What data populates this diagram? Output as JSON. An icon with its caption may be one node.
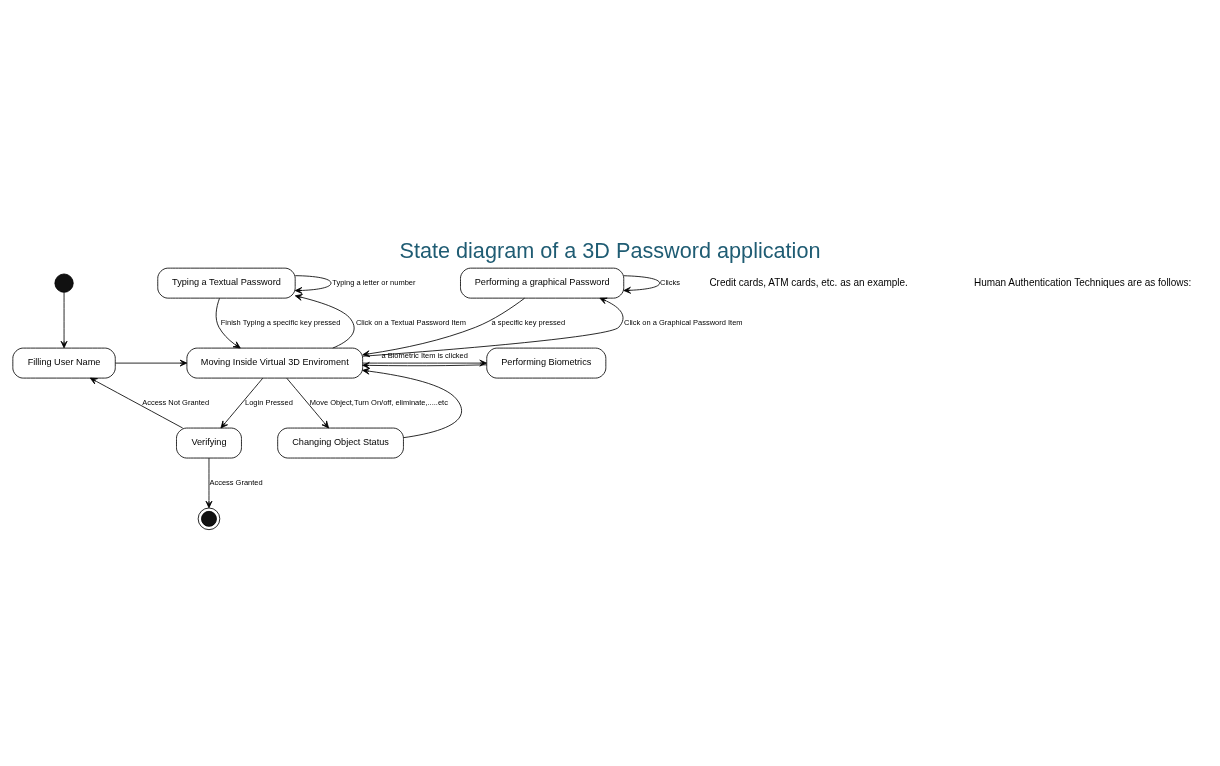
{
  "diagram": {
    "title": "State diagram of a 3D Password application",
    "nodes": [
      {
        "text": [],
        "shape": "circle"
      },
      {
        "text": [
          "Filling User Name"
        ]
      },
      {
        "text": [
          "Typing a Textual Password"
        ]
      },
      {
        "text": [
          "Moving Inside Virtual 3D Enviroment"
        ]
      },
      {
        "text": [
          "Performing a graphical Password"
        ]
      },
      {
        "text": [
          "Performing Biometrics"
        ]
      },
      {
        "text": [
          "Changing Object Status"
        ]
      },
      {
        "text": [
          "Verifying"
        ]
      },
      {
        "text": [],
        "shape": "circle"
      }
    ],
    "edges": [
      {
        "from": 0,
        "to": 1,
        "arrow": "to"
      },
      {
        "from": 1,
        "to": 3,
        "arrow": "to"
      },
      {
        "from": 3,
        "to": 2,
        "arrow": "to",
        "label": "Click on a Textual Password Item"
      },
      {
        "from": 2,
        "to": 3,
        "arrow": "to",
        "label": "Finish Typing a specific key pressed"
      },
      {
        "from": 2,
        "to": 2,
        "arrow": "to",
        "label": "Typing a letter or number"
      },
      {
        "from": 3,
        "to": 4,
        "arrow": "to",
        "label": "Click on a Graphical Password Item"
      },
      {
        "from": 4,
        "to": 4,
        "arrow": "to",
        "label": "Clicks"
      },
      {
        "from": 4,
        "to": 3,
        "arrow": "to",
        "label": "a specific key pressed"
      },
      {
        "from": 3,
        "to": 5,
        "arrow": "to",
        "label": "a Biometric Item is clicked"
      },
      {
        "from": 5,
        "to": 3,
        "arrow": "to"
      },
      {
        "from": 3,
        "to": 6,
        "arrow": "to",
        "label": "Move Object,Turn On/off, eliminate,.....etc"
      },
      {
        "from": 6,
        "to": 3,
        "arrow": "to"
      },
      {
        "from": 3,
        "to": 7,
        "arrow": "to",
        "label": "Login Pressed"
      },
      {
        "from": 7,
        "to": 1,
        "arrow": "to",
        "label": "Access Not Granted"
      },
      {
        "from": 7,
        "to": 8,
        "arrow": "to",
        "label": "Access Granted"
      }
    ],
    "labels": [
      "Credit cards, ATM cards, etc. as an example.",
      "Human Authentication Techniques are as follows:"
    ]
  }
}
